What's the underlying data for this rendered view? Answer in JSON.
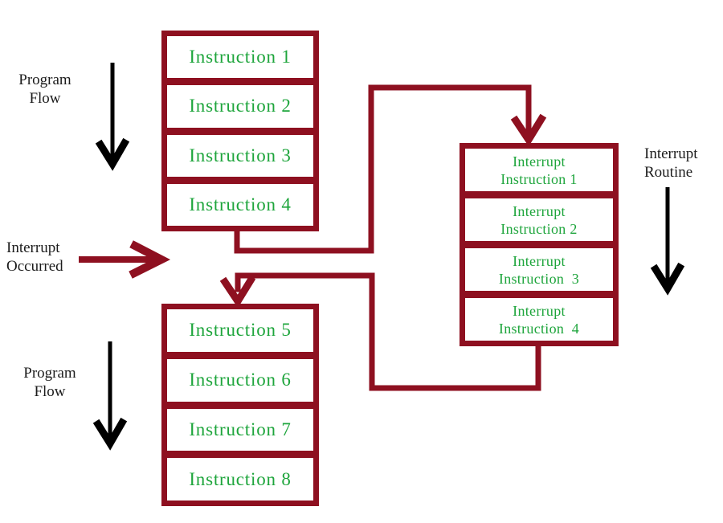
{
  "colors": {
    "accent_dark_red": "#8E1020",
    "instruction_text_green": "#1EA53C",
    "label_text_black": "#1C1C1C"
  },
  "labels": {
    "program_flow_top": "Program\nFlow",
    "interrupt_occurred": "Interrupt\nOccurred",
    "interrupt_routine": "Interrupt\nRoutine",
    "program_flow_bottom": "Program\nFlow"
  },
  "boxes": {
    "main_top": {
      "rows": [
        "Instruction 1",
        "Instruction 2",
        "Instruction 3",
        "Instruction 4"
      ]
    },
    "interrupt": {
      "rows": [
        "Interrupt\nInstruction 1",
        "Interrupt\nInstruction 2",
        "Interrupt\nInstruction  3",
        "Interrupt\nInstruction  4"
      ]
    },
    "main_bottom": {
      "rows": [
        "Instruction 5",
        "Instruction 6",
        "Instruction 7",
        "Instruction 8"
      ]
    }
  }
}
